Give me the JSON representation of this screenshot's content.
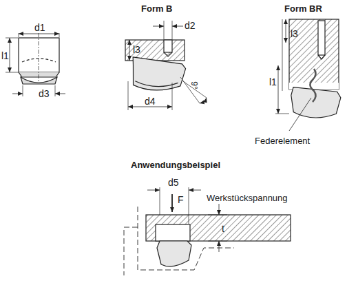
{
  "diagram": {
    "labels": [
      "d1",
      "l1",
      "d3",
      "Form B",
      "d2",
      "l3",
      "d4",
      "9°",
      "Form BR",
      "l3",
      "l1",
      "Federelement",
      "Anwendungsbeispiel",
      "d5",
      "F",
      "Werkstückspannung",
      "t"
    ]
  }
}
